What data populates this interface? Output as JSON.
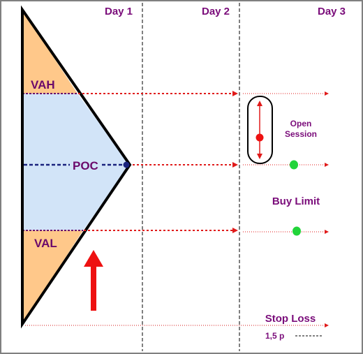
{
  "days": [
    "Day 1",
    "Day 2",
    "Day 3"
  ],
  "levels": {
    "vah": "VAH",
    "poc": "POC",
    "val": "VAL"
  },
  "annotations": {
    "open_session_line1": "Open",
    "open_session_line2": "Session",
    "buy_limit": "Buy Limit",
    "stop_loss": "Stop Loss",
    "stop_distance": "1,5 p"
  },
  "colors": {
    "day_label": "#7a0c7a",
    "level_label": "#6b0a6b",
    "profile_edge": "#ffc88a",
    "value_area": "#d2e4f8",
    "dotted_line": "#e01a1a",
    "poc_line": "#1a237e",
    "stop_line": "#d61a1a",
    "green_dot": "#22d43a",
    "red_arrow": "#ee1111",
    "outline": "#000000"
  }
}
